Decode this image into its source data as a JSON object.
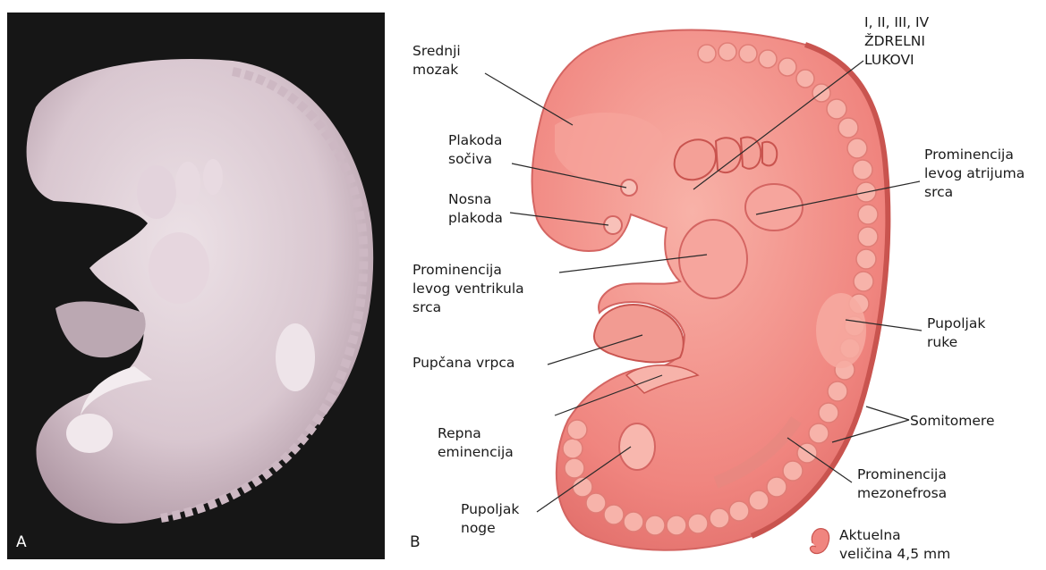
{
  "panel_a": {
    "letter": "A"
  },
  "panel_b": {
    "letter": "B"
  },
  "labels": {
    "srednji_mozak": "Srednji\nmozak",
    "plakoda_sociva": "Plakoda\nsočiva",
    "nosna_plakoda": "Nosna\nplakoda",
    "prominencija_ventrikula": "Prominencija\nlevog ventrikula\nsrca",
    "pupcana_vrpca": "Pupčana vrpca",
    "repna_eminencija": "Repna\neminencija",
    "pupoljak_noge": "Pupoljak\nnoge",
    "zdrelni_lukovi": "I, II, III, IV\nŽDRELNI\nLUKOVI",
    "prominencija_atrijuma": "Prominencija\nlevog atrijuma\nsrca",
    "pupoljak_ruke": "Pupoljak\nruke",
    "somitomere": "Somitomere",
    "prominencija_mezonefrosa": "Prominencija\nmezonefrosa",
    "aktuelna_velicina": "Aktuelna\nveličina 4,5 mm"
  },
  "colors": {
    "photo_background": "#161616",
    "embryo_photo": "#d8c6cf",
    "embryo_pink": "#f2918a",
    "embryo_dark": "#d9605d",
    "somite": "#f7b3aa",
    "leader_line": "#2a2a2a"
  }
}
